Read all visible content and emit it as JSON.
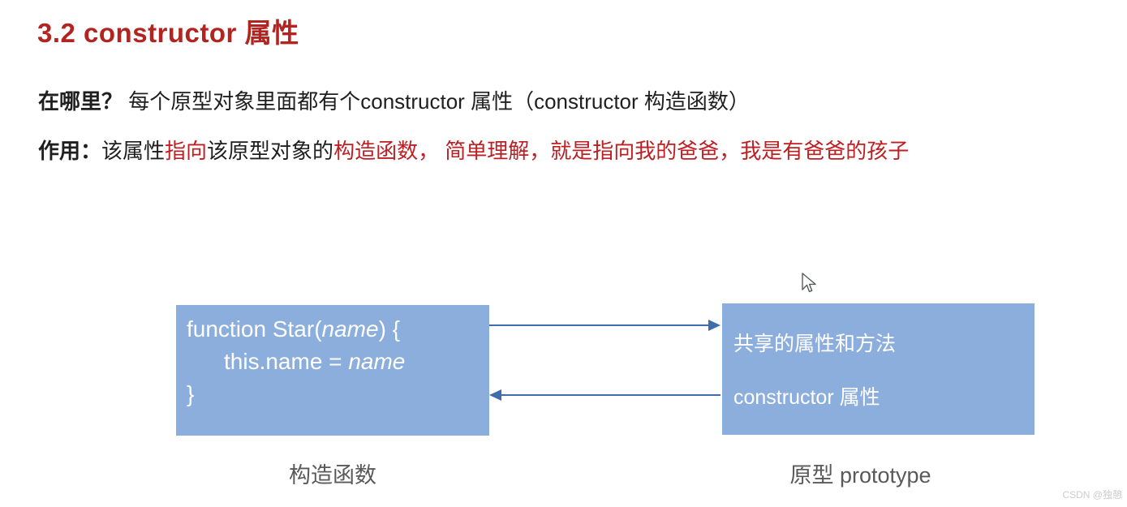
{
  "slide": {
    "title": "3.2 constructor 属性"
  },
  "question_line": {
    "label": "在哪里？",
    "text": " 每个原型对象里面都有个constructor 属性（constructor 构造函数）"
  },
  "purpose_line": {
    "label": "作用：",
    "runs": [
      {
        "text": "该属性",
        "color": "black"
      },
      {
        "text": "指向",
        "color": "red"
      },
      {
        "text": "该原型对象的",
        "color": "black"
      },
      {
        "text": "构造函数，",
        "color": "red"
      },
      {
        "text": " 简单理解，就是指向我的爸爸，我是有爸爸的孩子",
        "color": "red"
      }
    ]
  },
  "diagram": {
    "constructor_box": {
      "code_line1_pre": "function Star(",
      "code_line1_param": "name",
      "code_line1_post": ") {",
      "code_line2_pre": "this.name = ",
      "code_line2_value": "name",
      "code_line3": "}",
      "caption": "构造函数"
    },
    "prototype_box": {
      "line1": "共享的属性和方法",
      "line2": "constructor 属性",
      "caption": "原型 prototype"
    },
    "arrow_top_direction": "left-to-right",
    "arrow_bottom_direction": "right-to-left"
  },
  "colors": {
    "title_red": "#b1241f",
    "text_red": "#bf1e22",
    "text_black": "#1f1f1f",
    "box_blue": "#8caedd",
    "arrow_blue": "#3f6cab",
    "caption_gray": "#595959",
    "watermark_gray": "#cbcbcb"
  },
  "cursor": {
    "icon": "mouse-arrow-cursor"
  },
  "watermark": "CSDN @独憩"
}
